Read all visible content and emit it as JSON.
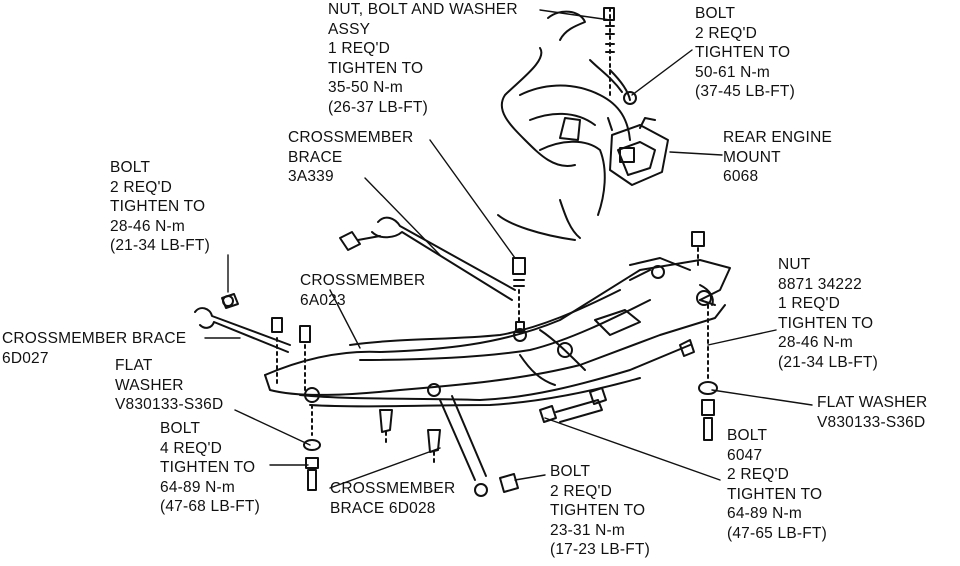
{
  "labels": {
    "nut_bolt_washer": [
      "NUT, BOLT AND WASHER",
      "ASSY",
      "1 REQ'D",
      "TIGHTEN TO",
      "35-50 N-m",
      "(26-37 LB-FT)"
    ],
    "bolt_top_right": [
      "BOLT",
      "2 REQ'D",
      "TIGHTEN TO",
      "50-61 N-m",
      "(37-45 LB-FT)"
    ],
    "rear_engine_mount": [
      "REAR ENGINE",
      "MOUNT",
      "6068"
    ],
    "crossmember_brace_3a339": [
      "CROSSMEMBER",
      "BRACE",
      "3A339"
    ],
    "bolt_left": [
      "BOLT",
      "2 REQ'D",
      "TIGHTEN TO",
      "28-46 N-m",
      "(21-34 LB-FT)"
    ],
    "crossmember": [
      "CROSSMEMBER",
      "6A023"
    ],
    "nut_right": [
      "NUT",
      "8871 34222",
      "1 REQ'D",
      "TIGHTEN TO",
      "28-46 N-m",
      "(21-34 LB-FT)"
    ],
    "crossmember_brace_6d027": [
      "CROSSMEMBER BRACE",
      "6D027"
    ],
    "flat_washer_left": [
      "FLAT",
      "WASHER",
      "V830133-S36D"
    ],
    "flat_washer_right": [
      "FLAT WASHER",
      "V830133-S36D"
    ],
    "bolt_4req": [
      "BOLT",
      "4 REQ'D",
      "TIGHTEN TO",
      "64-89 N-m",
      "(47-68 LB-FT)"
    ],
    "crossmember_brace_6d028": [
      "CROSSMEMBER",
      "BRACE 6D028"
    ],
    "bolt_bottom_mid": [
      "BOLT",
      "2 REQ'D",
      "TIGHTEN TO",
      "23-31 N-m",
      "(17-23 LB-FT)"
    ],
    "bolt_6047": [
      "BOLT",
      "6047",
      "2 REQ'D",
      "TIGHTEN TO",
      "64-89 N-m",
      "(47-65 LB-FT)"
    ]
  }
}
